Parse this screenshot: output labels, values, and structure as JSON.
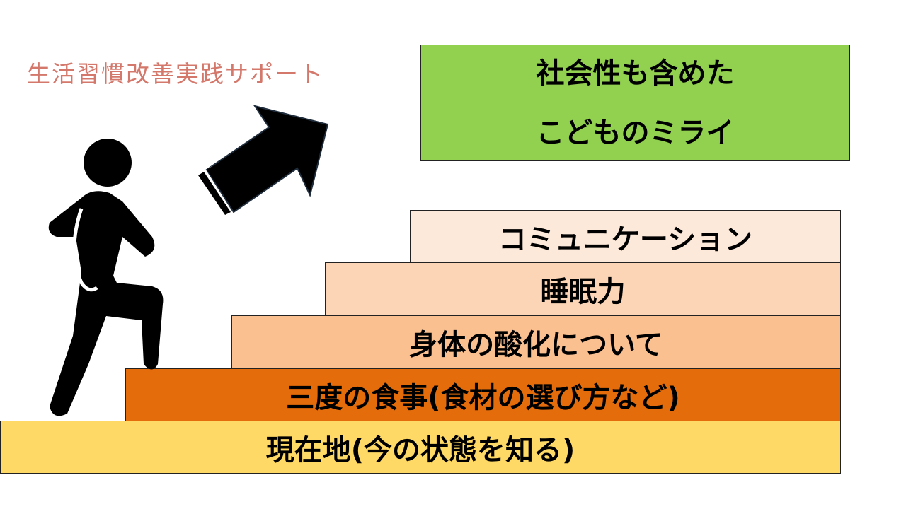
{
  "title": "生活習慣改善実践サポート",
  "goal": {
    "line1": "社会性も含めた",
    "line2": "こどものミライ"
  },
  "steps": [
    {
      "label": "コミュニケーション",
      "color": "#FDE9D9"
    },
    {
      "label": "睡眠力",
      "color": "#FBD5B5"
    },
    {
      "label": "身体の酸化について",
      "color": "#FAC090"
    },
    {
      "label": "三度の食事(食材の選び方など)",
      "color": "#E46C0A"
    },
    {
      "label": "現在地(今の状態を知る)",
      "color": "#FFD966"
    }
  ],
  "icons": {
    "person": "walking-person-icon",
    "arrow": "up-right-arrow-icon"
  }
}
